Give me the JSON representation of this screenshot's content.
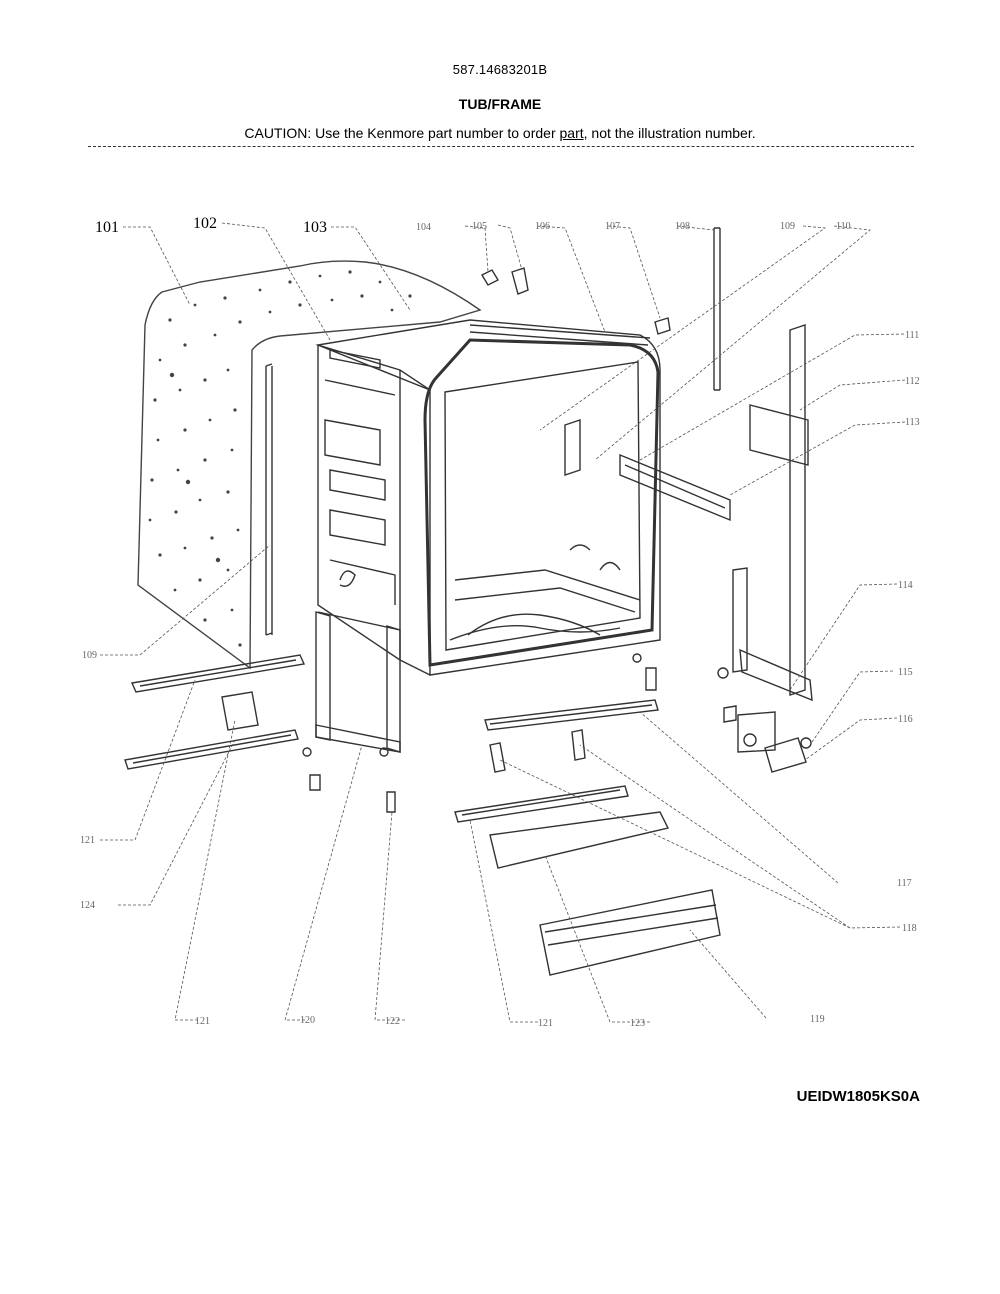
{
  "header": {
    "model_number": "587.14683201B",
    "section_title": "TUB/FRAME",
    "caution_prefix": "CAUTION: Use the Kenmore part number to order ",
    "caution_link": "part",
    "caution_suffix": ", not the illustration number."
  },
  "callouts": {
    "c101": "101",
    "c102": "102",
    "c103": "103",
    "c104": "104",
    "c105": "105",
    "c106": "106",
    "c107": "107",
    "c108": "108",
    "c109": "109",
    "c109b": "109",
    "c110": "110",
    "c111": "111",
    "c112": "112",
    "c113": "113",
    "c114": "114",
    "c115": "115",
    "c116": "116",
    "c117": "117",
    "c118": "118",
    "c119": "119",
    "c120": "120",
    "c121a": "121",
    "c121b": "121",
    "c121c": "121",
    "c122": "122",
    "c123": "123",
    "c124": "124"
  },
  "footer": {
    "diagram_code": "UEIDW1805KS0A"
  }
}
